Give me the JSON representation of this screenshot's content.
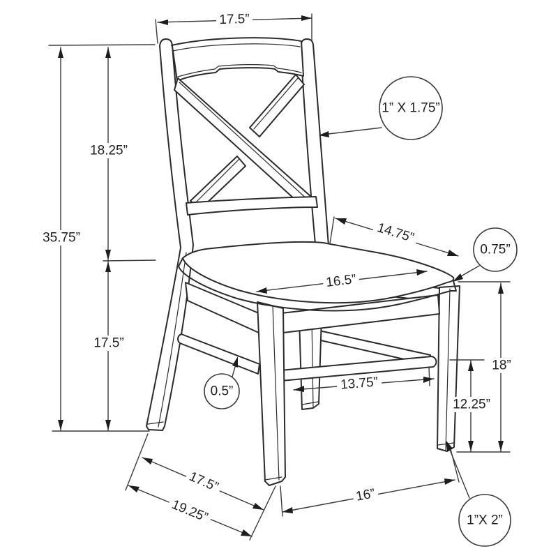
{
  "diagram": {
    "subject": "Dining side chair with X-cross back - dimensioned technical line drawing",
    "units": "inches",
    "line_color": "#2b2b2b",
    "background_color": "#ffffff"
  },
  "dimensions": {
    "top_back_width": "17.5”",
    "back_height": "18.25”",
    "overall_height": "35.75”",
    "seat_floor_height_left": "17.5”",
    "seat_depth": "14.75”",
    "seat_width": "16.5”",
    "seat_height_right": "18”",
    "stretcher_height": "12.25”",
    "front_stretcher_length": "13.75”",
    "footprint_depth": "17.5”",
    "overall_depth": "19.25”",
    "front_leg_span": "16”"
  },
  "callouts": {
    "back_post_section": "1” X 1.75”",
    "seat_edge_thickness": "0.75”",
    "stretcher_thickness": "0.5”",
    "leg_section": "1”X 2”"
  }
}
